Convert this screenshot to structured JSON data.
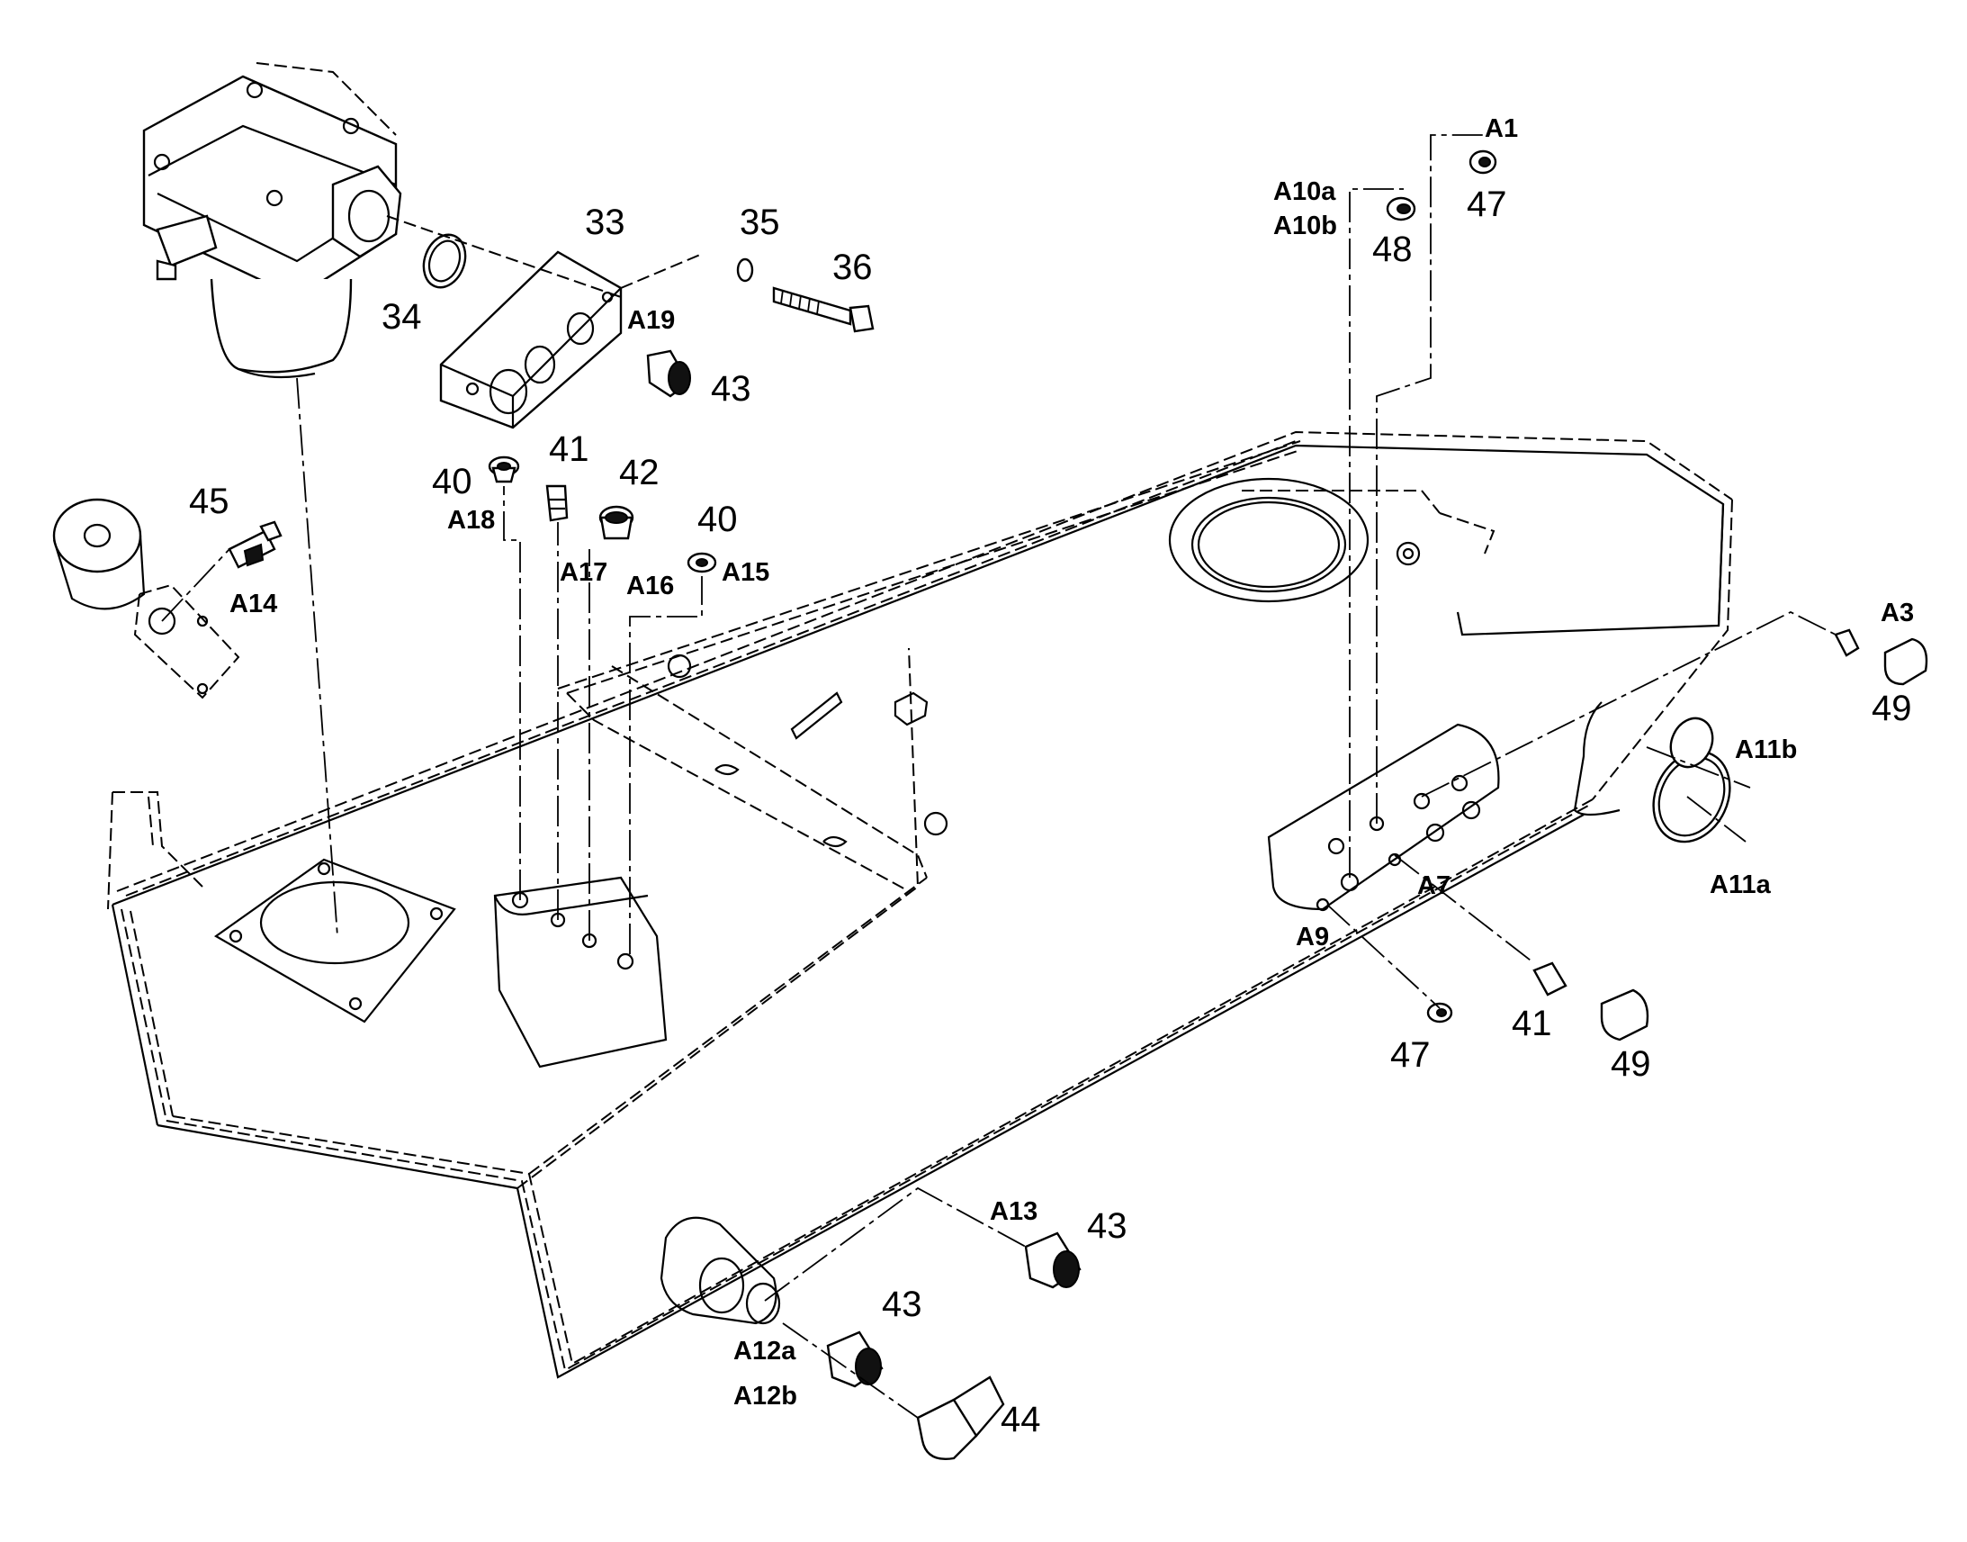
{
  "diagram": {
    "callouts": {
      "c33": "33",
      "c34": "34",
      "c35": "35",
      "c36": "36",
      "c40a": "40",
      "c40b": "40",
      "c41a": "41",
      "c41b": "41",
      "c42": "42",
      "c43a": "43",
      "c43b": "43",
      "c43c": "43",
      "c44": "44",
      "c45": "45",
      "c47a": "47",
      "c47b": "47",
      "c48": "48",
      "c49a": "49",
      "c49b": "49"
    },
    "ports": {
      "A1": "A1",
      "A3": "A3",
      "A7": "A7",
      "A9": "A9",
      "A10a": "A10a",
      "A10b": "A10b",
      "A11a": "A11a",
      "A11b": "A11b",
      "A12a": "A12a",
      "A12b": "A12b",
      "A13": "A13",
      "A14": "A14",
      "A15": "A15",
      "A16": "A16",
      "A17": "A17",
      "A18": "A18",
      "A19": "A19"
    }
  }
}
